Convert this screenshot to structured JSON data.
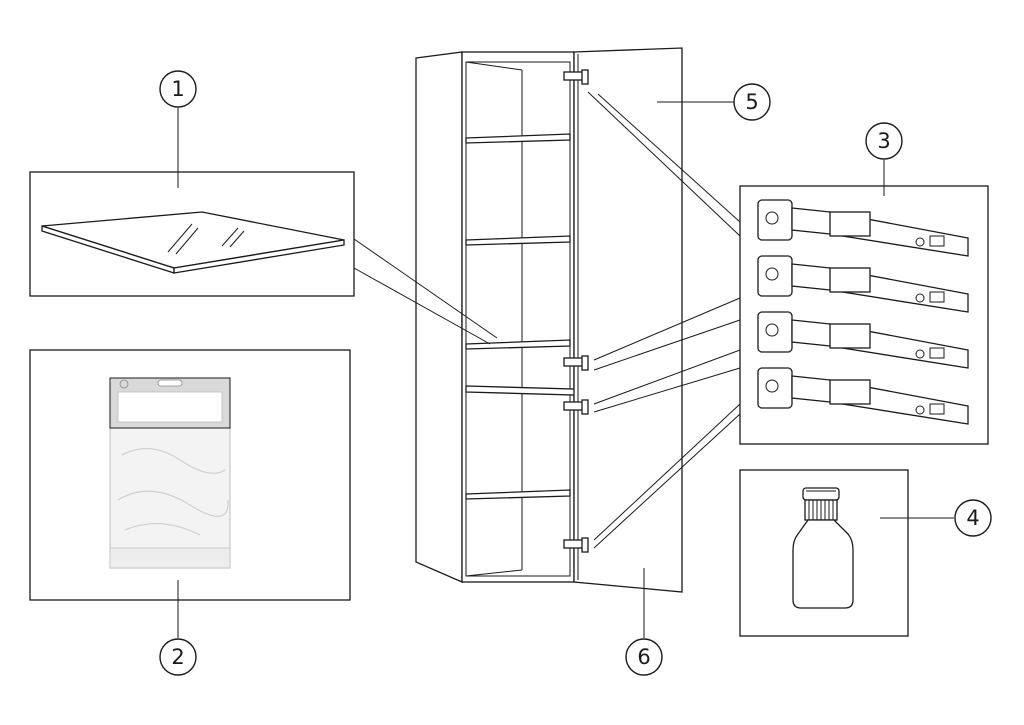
{
  "callouts": [
    {
      "id": "1",
      "part": "glass-shelf"
    },
    {
      "id": "2",
      "part": "fittings-bag"
    },
    {
      "id": "3",
      "part": "hinges"
    },
    {
      "id": "4",
      "part": "bottle"
    },
    {
      "id": "5",
      "part": "door-top"
    },
    {
      "id": "6",
      "part": "door-bottom"
    }
  ],
  "colors": {
    "line": "#1a1a1a",
    "background": "#ffffff",
    "header": "#d9d9d9"
  }
}
